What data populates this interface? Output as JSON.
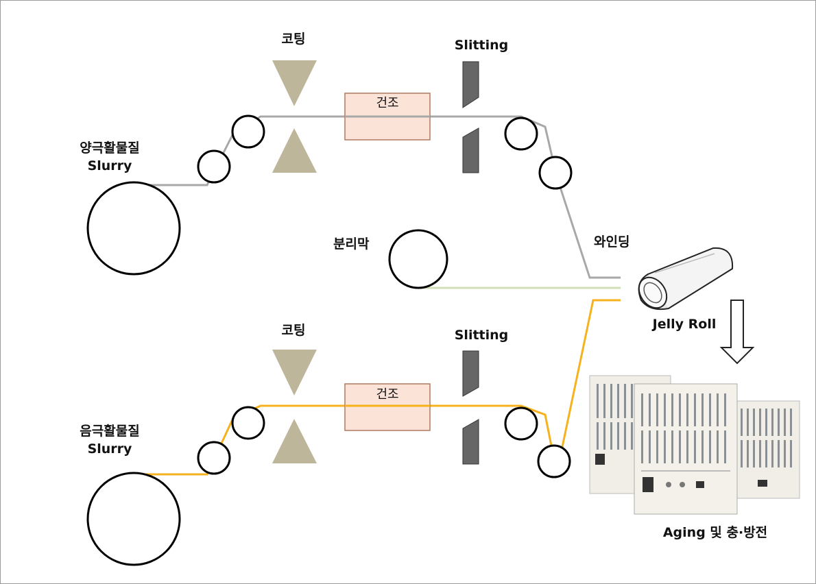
{
  "diagram": {
    "top_line": {
      "slurry_label_1": "양극활물질",
      "slurry_label_2": "Slurry",
      "coating_label": "코팅",
      "drying_label": "건조",
      "slitting_label": "Slitting"
    },
    "bottom_line": {
      "slurry_label_1": "음극활물질",
      "slurry_label_2": "Slurry",
      "coating_label": "코팅",
      "drying_label": "건조",
      "slitting_label": "Slitting"
    },
    "separator_label": "분리막",
    "winding_label": "와인딩",
    "jelly_roll_label": "Jelly Roll",
    "aging_label": "Aging 및 충·방전"
  },
  "colors": {
    "cathode_web": "#a8a8a8",
    "anode_web": "#f5b21e",
    "separator_web": "#d3dfb8",
    "coater": "#bdb69a",
    "slitter": "#666666",
    "dryer_fill": "#fbe3d7",
    "dryer_stroke": "#b07a60"
  }
}
